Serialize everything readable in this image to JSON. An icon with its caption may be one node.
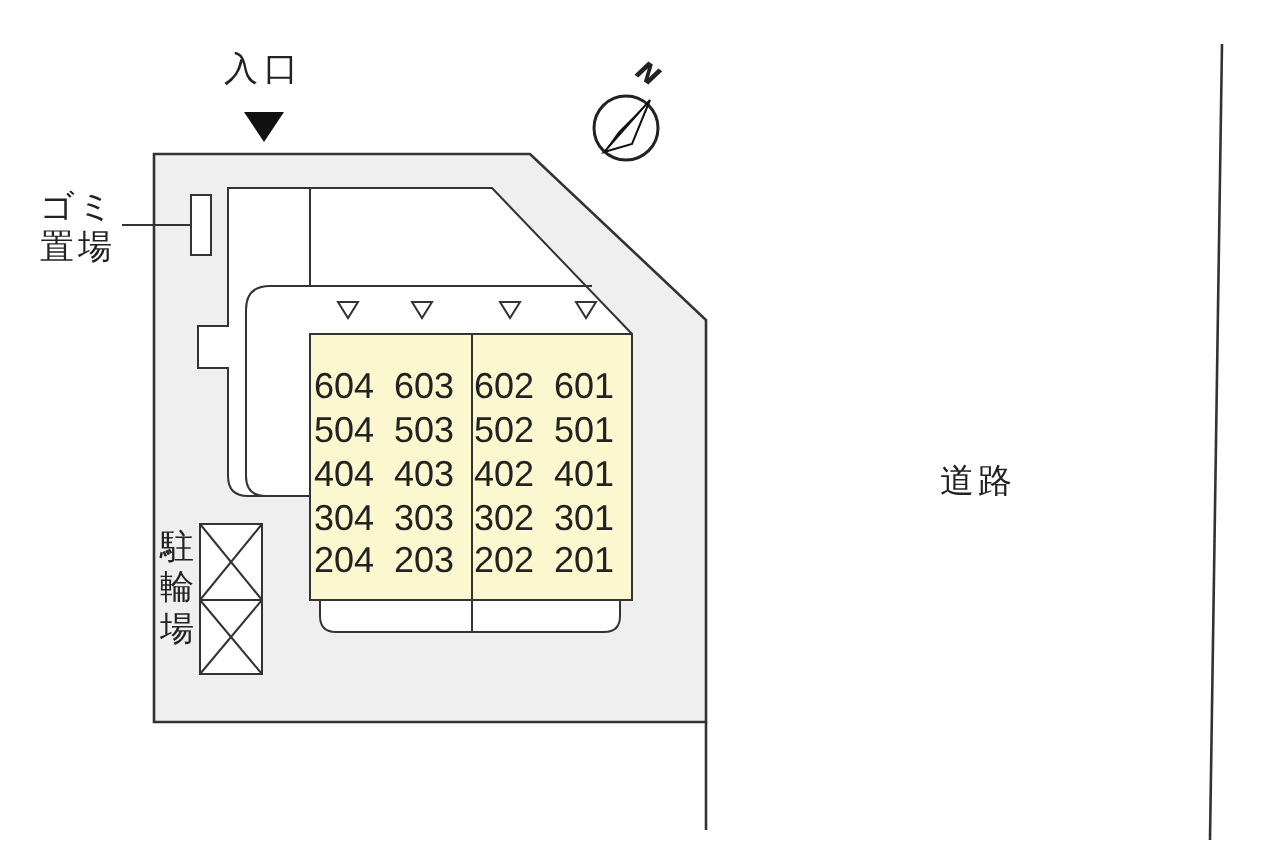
{
  "diagram": {
    "nodes": [
      {
        "text": [
          "ゴミ置場"
        ]
      },
      {
        "text": [],
        "shape": "box"
      }
    ],
    "edges": [
      {
        "from": 0,
        "to": 1,
        "arrow": "none"
      }
    ],
    "labels": [
      "入口",
      "N",
      "604",
      "603",
      "602",
      "601",
      "504",
      "503",
      "502",
      "501",
      "404",
      "403",
      "402",
      "401",
      "304",
      "303",
      "302",
      "301",
      "204",
      "203",
      "202",
      "201",
      "駐輪場",
      "道路"
    ]
  }
}
